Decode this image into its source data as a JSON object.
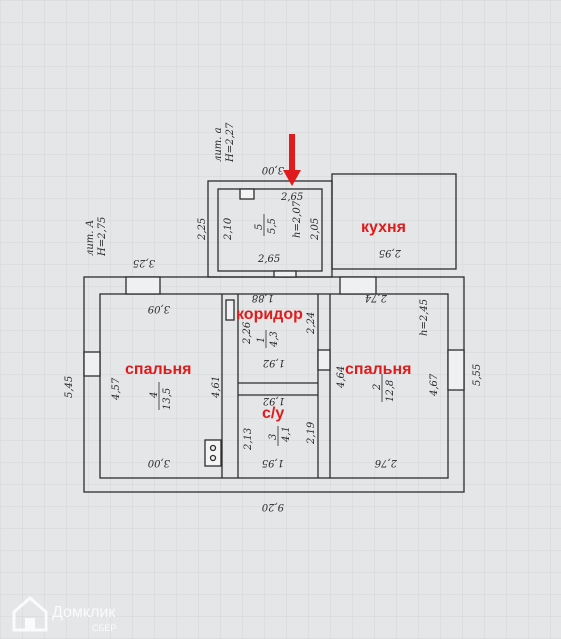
{
  "colors": {
    "background": "#e4e6e8",
    "wall": "#2d2d2d",
    "label": "#e01b1b",
    "arrow": "#e01b1b"
  },
  "rooms": {
    "kitchen": "кухня",
    "corridor": "коридор",
    "bedroom_left": "спальня",
    "bedroom_right": "спальня",
    "bathroom": "с/у"
  },
  "lit": {
    "a": "лит. а",
    "a_h": "H=2,27",
    "A": "лит. А",
    "A_h": "H=2,75"
  },
  "dims": {
    "d300_top": "3,00",
    "d265_top": "2,65",
    "h207": "h=2,07",
    "d225": "2,25",
    "d210": "2,10",
    "d205": "2,05",
    "d265_mid": "2,65",
    "d295": "2,95",
    "d325": "3,25",
    "d309": "3,09",
    "d188": "1,88",
    "d274": "2,74",
    "h245": "h=2,45",
    "d545": "5,45",
    "d457": "4,57",
    "d461": "4,61",
    "d226": "2,26",
    "d224": "2,24",
    "d192a": "1,92",
    "d464": "4,64",
    "d467": "4,67",
    "d555": "5,55",
    "d192b": "1,92",
    "d213": "2,13",
    "d219": "2,19",
    "d300_bot": "3,00",
    "d195": "1,95",
    "d276": "2,76",
    "d920": "9,20"
  },
  "fractions": {
    "r5_num": "5",
    "r5_den": "5,5",
    "r1_num": "1",
    "r1_den": "4,3",
    "r4_num": "4",
    "r4_den": "13,5",
    "r3_num": "3",
    "r3_den": "4,1",
    "r2_num": "2",
    "r2_den": "12,8"
  },
  "watermark": {
    "brand": "Домклик",
    "sub": "СБЕР"
  },
  "icons": [
    "arrow-down-icon",
    "domclick-logo-icon"
  ]
}
